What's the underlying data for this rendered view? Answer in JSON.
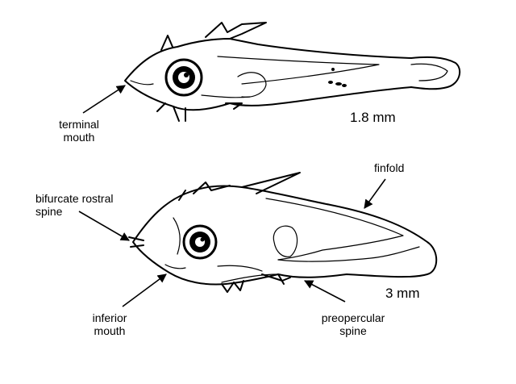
{
  "labels": {
    "terminal_mouth": [
      "terminal",
      "mouth"
    ],
    "bifurcate_rostral_spine": [
      "bifurcate rostral",
      "spine"
    ],
    "finfold": "finfold",
    "inferior_mouth": [
      "inferior",
      "mouth"
    ],
    "preopercular_spine": [
      "preopercular",
      "spine"
    ]
  },
  "scales": {
    "top": "1.8 mm",
    "bottom": "3 mm"
  },
  "colors": {
    "ink": "#000000",
    "background": "#ffffff"
  }
}
